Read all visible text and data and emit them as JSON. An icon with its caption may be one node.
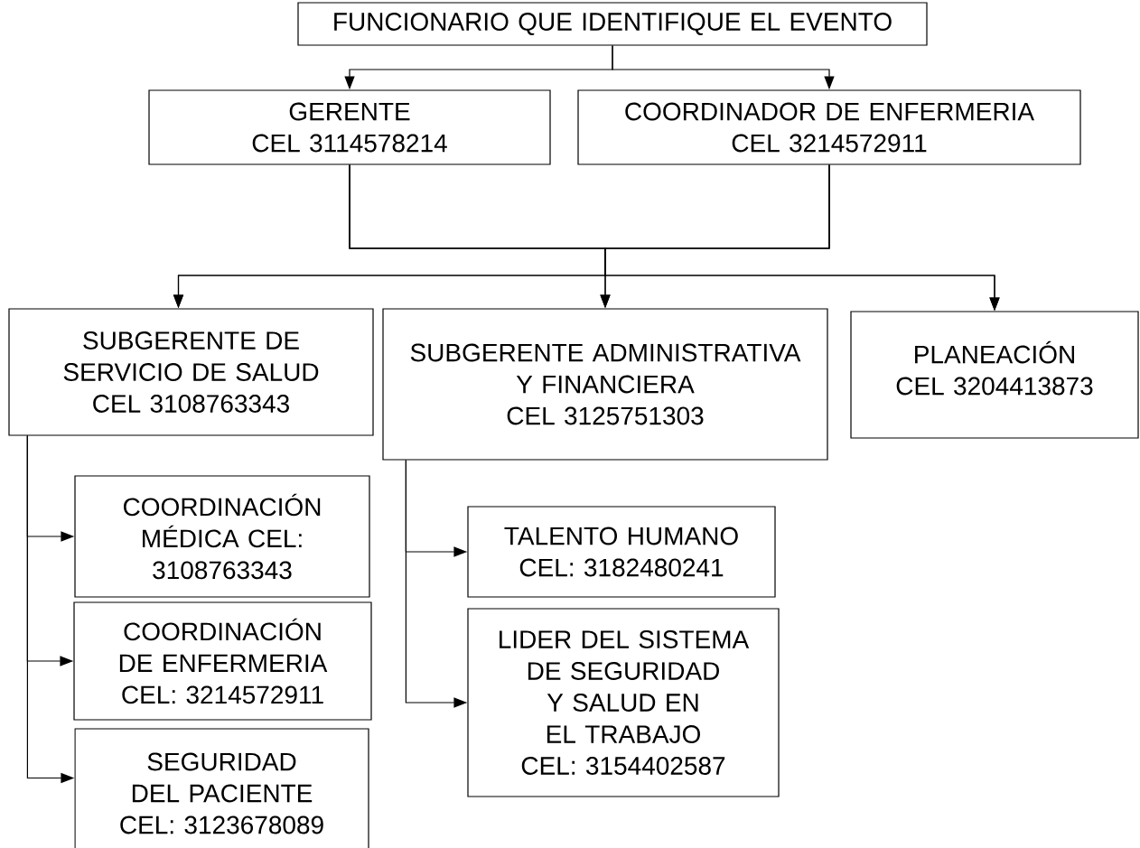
{
  "diagram": {
    "nodes": [
      {
        "text": [
          "FUNCIONARIO QUE IDENTIFIQUE EL EVENTO"
        ]
      },
      {
        "text": [
          "GERENTE",
          "CEL 3114578214"
        ]
      },
      {
        "text": [
          "COORDINADOR DE ENFERMERIA",
          "CEL 3214572911"
        ]
      },
      {
        "text": [
          "SUBGERENTE DE SERVICIO DE SALUD",
          "CEL 3108763343"
        ]
      },
      {
        "text": [
          "SUBGERENTE ADMINISTRATIVA Y FINANCIERA",
          "CEL 3125751303"
        ]
      },
      {
        "text": [
          "PLANEACIÓN",
          "CEL 3204413873"
        ]
      },
      {
        "text": [
          "COORDINACIÓN MÉDICA CEL: 3108763343"
        ]
      },
      {
        "text": [
          "COORDINACIÓN DE ENFERMERIA CEL: 3214572911"
        ]
      },
      {
        "text": [
          "SEGURIDAD DEL PACIENTE CEL: 3123678089"
        ]
      },
      {
        "text": [
          "TALENTO HUMANO CEL: 3182480241"
        ]
      },
      {
        "text": [
          "LIDER DEL SISTEMA DE SEGURIDAD Y SALUD EN EL TRABAJO",
          "CEL: 3154402587"
        ]
      }
    ],
    "edges": [
      {
        "from": 0,
        "to": 1,
        "arrow": "to"
      },
      {
        "from": 0,
        "to": 2,
        "arrow": "to"
      },
      {
        "from": 1,
        "to": 3,
        "arrow": "to"
      },
      {
        "from": 1,
        "to": 4,
        "arrow": "to"
      },
      {
        "from": 1,
        "to": 5,
        "arrow": "to"
      },
      {
        "from": 2,
        "to": 3,
        "arrow": "to"
      },
      {
        "from": 2,
        "to": 4,
        "arrow": "to"
      },
      {
        "from": 2,
        "to": 5,
        "arrow": "to"
      },
      {
        "from": 3,
        "to": 6,
        "arrow": "to"
      },
      {
        "from": 3,
        "to": 7,
        "arrow": "to"
      },
      {
        "from": 3,
        "to": 8,
        "arrow": "to"
      },
      {
        "from": 4,
        "to": 9,
        "arrow": "to"
      },
      {
        "from": 4,
        "to": 10,
        "arrow": "to"
      }
    ]
  }
}
